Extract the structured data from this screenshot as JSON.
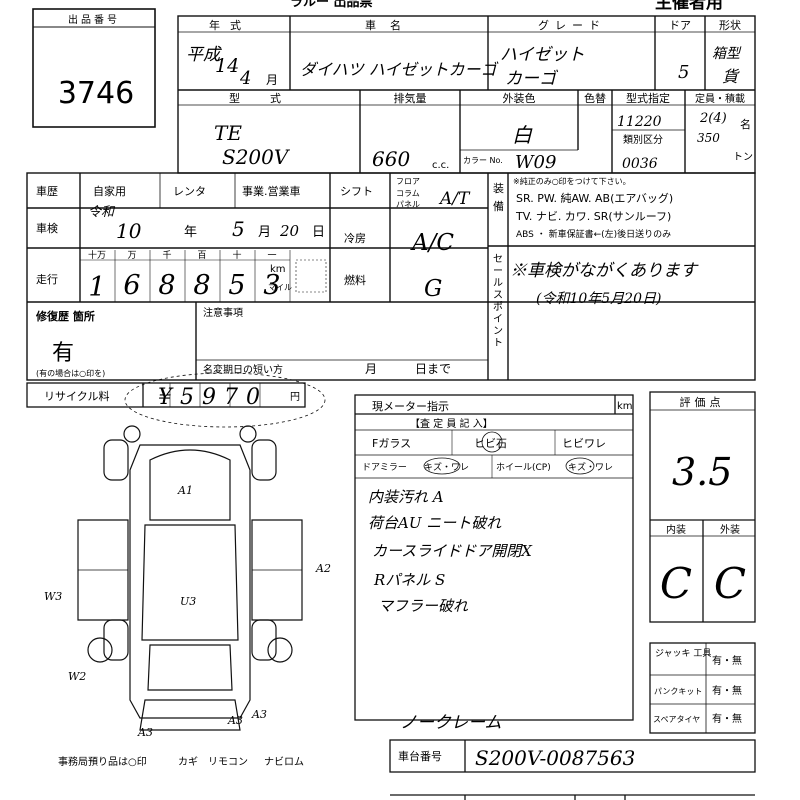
{
  "header": {
    "top_strip": "ラルー 出品票",
    "copy_label": "主催者用"
  },
  "lot": {
    "label": "出品番号",
    "number": "3746"
  },
  "columns": {
    "year": "年式",
    "car_name": "車名",
    "grade": "グレード",
    "doors": "ドア",
    "shape": "形状",
    "model": "型式",
    "displacement": "排気量",
    "exterior_color": "外装色",
    "color_swap": "色替",
    "model_designation": "型式指定",
    "category": "類別区分",
    "capacity": "定員・積載",
    "color_no_label": "カラー No.",
    "cc_unit": "c.c.",
    "name_unit": "名",
    "ton_unit": "トン"
  },
  "vehicle": {
    "year_era": "平成",
    "year_value": "14",
    "month_value": "4",
    "month_unit": "月",
    "car_name": "ダイハツ ハイゼットカーゴ",
    "grade_line1": "ハイゼット",
    "grade_line2": "カーゴ",
    "doors": "5",
    "shape_line1": "箱型",
    "shape_line2": "貨",
    "model_line1": "TE",
    "model_line2": "S200V",
    "displacement": "660",
    "color": "白",
    "color_code": "W09",
    "model_designation": "11220",
    "category_code": "0036",
    "capacity": "2(4)",
    "load": "350"
  },
  "history": {
    "label": "車歴",
    "options": [
      "自家用",
      "レンタ",
      "事業.営業車"
    ],
    "inspection_label": "車検",
    "inspection_era": "令和",
    "inspection_year": "10",
    "year_unit": "年",
    "inspection_month": "5",
    "month_unit": "月",
    "inspection_day": "20",
    "day_unit": "日",
    "mileage_label": "走行",
    "mileage_places": [
      "十万",
      "万",
      "千",
      "百",
      "十",
      "一"
    ],
    "mileage_digits": [
      "1",
      "6",
      "8",
      "8",
      "5",
      "3"
    ],
    "km_unit": "km",
    "mile_unit": "マイル"
  },
  "specs": {
    "shift_label": "シフト",
    "shift_options": [
      "フロア",
      "コラム",
      "パネル"
    ],
    "shift_value": "A/T",
    "ac_label": "冷房",
    "ac_value": "A/C",
    "fuel_label": "燃料",
    "fuel_value": "G"
  },
  "equipment": {
    "label": "装備",
    "note": "※純正のみ○印をつけて下さい。",
    "row1": "SR.  PW.  純AW.  AB(エアバッグ)",
    "row2": "TV.  ナビ.  カワ.  SR(サンルーフ)",
    "row3": "ABS ・ 新車保証書←(左)後日送りのみ"
  },
  "sales_point": {
    "label": "セールスポイント",
    "line1": "※車検がながくあります",
    "line2": "(令和10年5月20日)"
  },
  "repair": {
    "label": "修復歴 箇所",
    "value": "有",
    "note": "(有の場合は○印を)"
  },
  "notes": {
    "label": "注意事項",
    "short_label": "名変期日の短い方",
    "month_label": "月",
    "day_label": "日まで"
  },
  "recycle": {
    "label": "リサイクル料",
    "amount": "¥5970",
    "unit": "円"
  },
  "meter": {
    "label": "現メーター指示",
    "unit": "km"
  },
  "inspector": {
    "title": "【査 定 員 記 入】",
    "glass": [
      "Fガラス",
      "ヒビ石",
      "ヒビワレ"
    ],
    "mirror": [
      "ドアミラー",
      "キズ・ワレ",
      "ホイール(CP)",
      "キズ・ワレ"
    ],
    "lines": [
      "内装汚れ A",
      "荷台AU  ニート破れ",
      "カースライドドア開閉X",
      "Rパネル S",
      "マフラー破れ"
    ]
  },
  "evaluation": {
    "label": "評価点",
    "score": "3.5",
    "interior_label": "内装",
    "exterior_label": "外装",
    "interior": "C",
    "exterior": "C"
  },
  "accessories": {
    "items": [
      {
        "label": "ジャッキ 工具",
        "options": "有・無"
      },
      {
        "label": "パンクキット",
        "options": "有・無"
      },
      {
        "label": "スペアタイヤ",
        "options": "有・無"
      }
    ]
  },
  "diagram_marks": [
    "A1",
    "A2",
    "A3",
    "A3",
    "A3",
    "W3",
    "W2",
    "U3"
  ],
  "office": {
    "label": "事務局預り品は○印",
    "items": [
      "カギ",
      "リモコン",
      "ナビロム"
    ]
  },
  "handwritten_footer": "ノークレーム",
  "chassis": {
    "label": "車台番号",
    "value": "S200V-0087563"
  }
}
